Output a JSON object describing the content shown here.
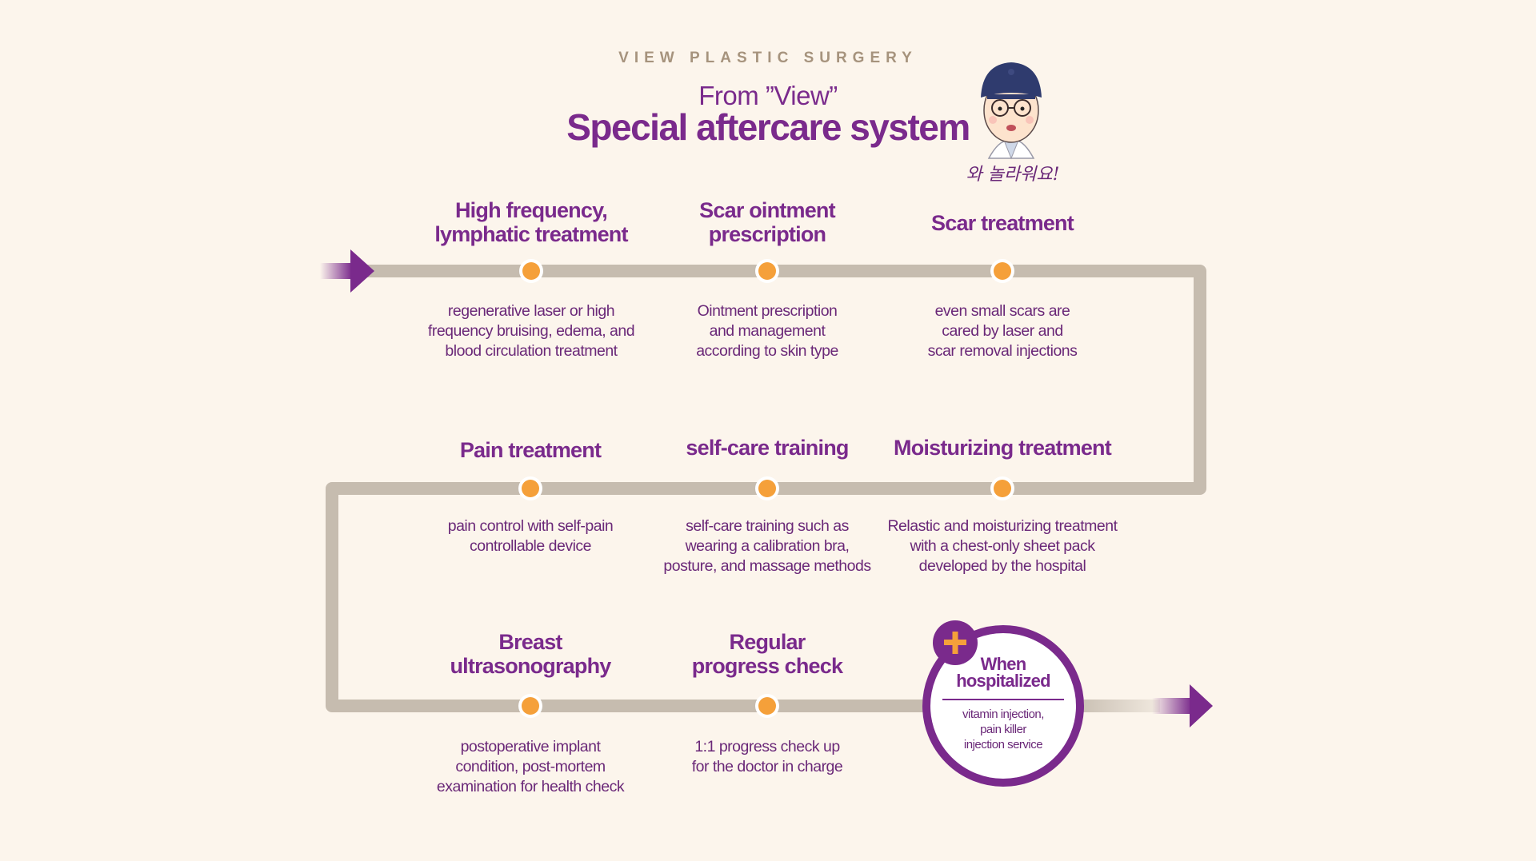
{
  "header": {
    "brand": "VIEW PLASTIC SURGERY",
    "subtitle": "From ”View”",
    "title": "Special aftercare system"
  },
  "mascot": {
    "icon": "doctor-cartoon-icon",
    "caption": "와 놀라워요!"
  },
  "steps": [
    {
      "title": "High frequency,\nlymphatic treatment",
      "description": "regenerative laser or high\nfrequency bruising, edema, and\nblood circulation treatment"
    },
    {
      "title": "Scar ointment\nprescription",
      "description": "Ointment prescription\nand management\naccording to skin type"
    },
    {
      "title": "Scar treatment",
      "description": "even small scars are\ncared by laser and\nscar removal injections"
    },
    {
      "title": "Pain treatment",
      "description": "pain control with self-pain\ncontrollable device"
    },
    {
      "title": "self-care training",
      "description": "self-care training such as\nwearing a calibration bra,\nposture, and massage methods"
    },
    {
      "title": "Moisturizing treatment",
      "description": "Relastic and moisturizing treatment\nwith a chest-only sheet pack\ndeveloped by the hospital"
    },
    {
      "title": "Breast\nultrasonography",
      "description": "postoperative implant\ncondition, post-mortem\nexamination for health check"
    },
    {
      "title": "Regular\nprogress check",
      "description": "1:1 progress check up\nfor the doctor in charge"
    }
  ],
  "hospitalized": {
    "icon": "plus-icon",
    "title": "When\nhospitalized",
    "description": "vitamin injection,\npain killer\ninjection service"
  },
  "colors": {
    "background": "#fcf5ec",
    "purple": "#7a2a8c",
    "track": "#c6bcaf",
    "dot": "#f5a03a",
    "brand_text": "#a6937d"
  }
}
